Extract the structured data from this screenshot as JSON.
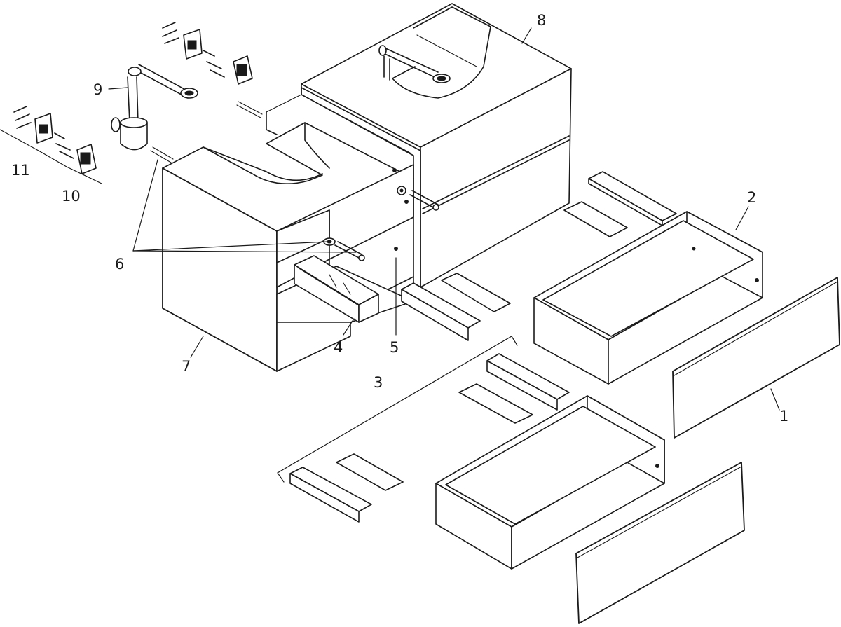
{
  "diagram": {
    "type": "exploded-assembly-drawing",
    "callouts": [
      {
        "id": "c1",
        "label": "1"
      },
      {
        "id": "c2",
        "label": "2"
      },
      {
        "id": "c3",
        "label": "3"
      },
      {
        "id": "c4",
        "label": "4"
      },
      {
        "id": "c5",
        "label": "5"
      },
      {
        "id": "c6",
        "label": "6"
      },
      {
        "id": "c7",
        "label": "7"
      },
      {
        "id": "c8",
        "label": "8"
      },
      {
        "id": "c9",
        "label": "9"
      },
      {
        "id": "c10",
        "label": "10"
      },
      {
        "id": "c11",
        "label": "11"
      }
    ],
    "colors": {
      "line": "#1a1a1a",
      "background": "#ffffff"
    }
  }
}
